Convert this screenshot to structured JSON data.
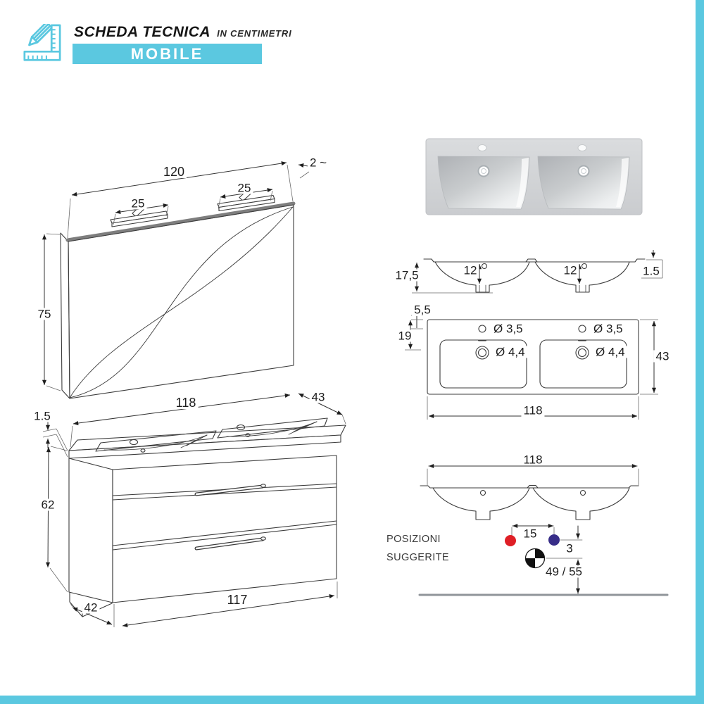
{
  "colors": {
    "accent": "#5bc8e0",
    "line": "#3c3c3c",
    "hot_dot": "#df1f26",
    "cold_dot": "#372d88"
  },
  "header": {
    "title": "SCHEDA TECNICA",
    "subtitle": "IN CENTIMETRI",
    "banner": "MOBILE"
  },
  "mirror": {
    "width": "120",
    "thickness": "2 ~",
    "light_offset_left": "25",
    "light_offset_right": "25",
    "height": "75"
  },
  "vanity": {
    "top_thickness": "1.5",
    "top_width": "118",
    "top_depth": "43",
    "height": "62",
    "depth": "42",
    "bottom_width": "117"
  },
  "section": {
    "total_depth": "17,5",
    "bowl_depth_left": "12",
    "bowl_depth_right": "12",
    "rim_height": "1.5"
  },
  "plan": {
    "faucet_offset": "5,5",
    "drain_offset": "19",
    "faucet_hole_left": "Ø 3,5",
    "faucet_hole_right": "Ø 3,5",
    "drain_hole_left": "Ø 4,4",
    "drain_hole_right": "Ø 4,4",
    "depth": "43",
    "width": "118"
  },
  "positions": {
    "width": "118",
    "note_line1": "POSIZIONI",
    "note_line2": "SUGGERITE",
    "drain_spacing": "15",
    "center_offset": "3",
    "drain_height": "49 / 55"
  }
}
